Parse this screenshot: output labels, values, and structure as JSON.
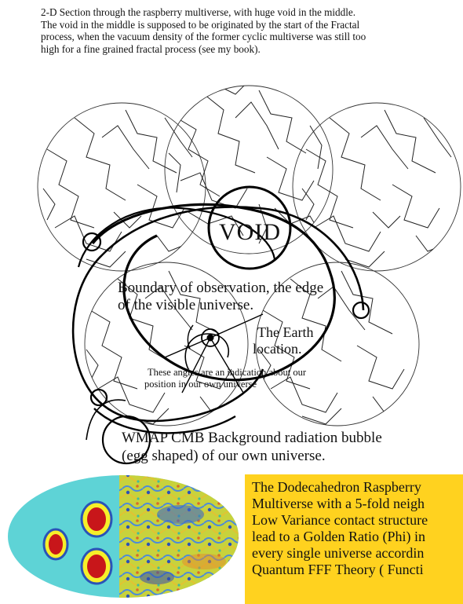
{
  "caption": {
    "lines": [
      "2-D Section through the raspberry multiverse, with huge void in the middle.",
      "The void in the middle is supposed to be originated by the start of the Fractal",
      "process, when the vacuum density of the former cyclic multiverse was still too",
      "high for a fine grained fractal process (see my book)."
    ]
  },
  "labels": {
    "void": "VOID",
    "boundary_line1": "Boundary of observation, the edge",
    "boundary_line2": "of the visible universe.",
    "earth_line1": "The Earth",
    "earth_line2": "location.",
    "angles_line1": "These angles are an indication about our",
    "angles_line2": "position in our own universe",
    "wmap_line1": "WMAP CMB Background radiation bubble",
    "wmap_line2": "(egg shaped) of our own universe."
  },
  "infobox": {
    "lines": [
      "The Dodecahedron Raspberry",
      "Multiverse with a 5-fold neigh",
      "Low Variance contact structure",
      "lead to a Golden Ratio (Phi) in",
      "every single universe accordin",
      "Quantum FFF Theory ( Functi"
    ],
    "background": "#ffd21f"
  },
  "colors": {
    "ink": "#111111",
    "map_background": "#5ed3d6",
    "hot_spot_outer": "#f6ef2a",
    "hot_spot_inner": "#c8161a"
  }
}
